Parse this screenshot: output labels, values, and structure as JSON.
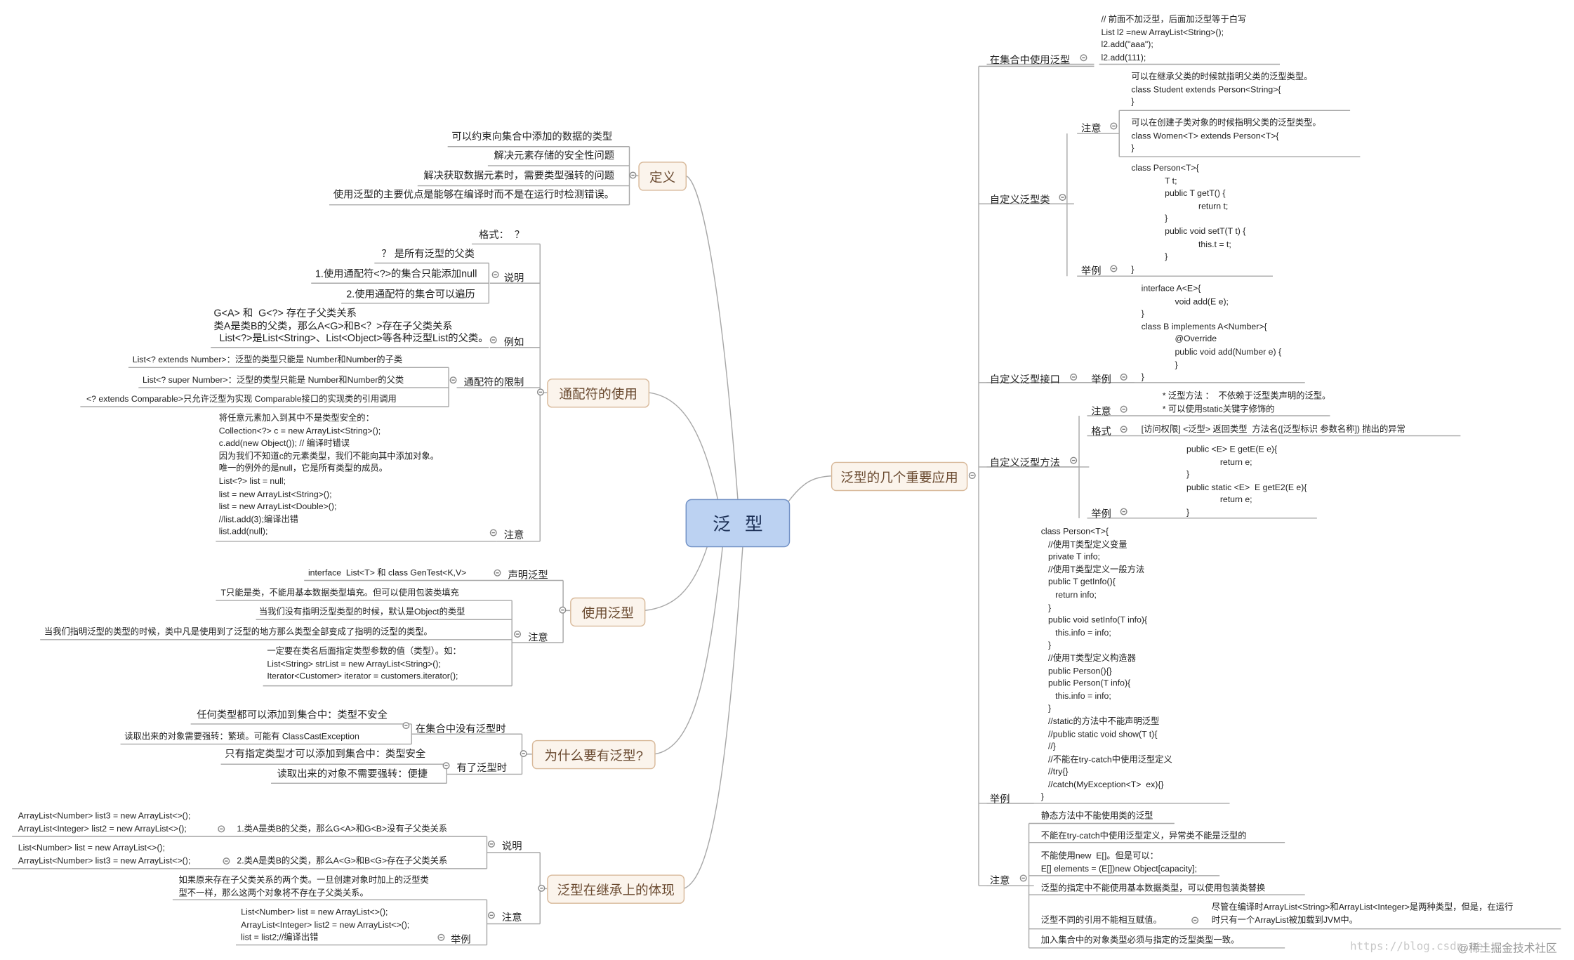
{
  "root": "泛型",
  "topics": {
    "definition": "定义",
    "wildcard": "通配符的使用",
    "usage": "使用泛型",
    "why": "为什么要有泛型?",
    "inherit": "泛型在继承上的体现",
    "apps": "泛型的几个重要应用"
  },
  "definition": {
    "items": [
      "可以约束向集合中添加的数据的类型",
      "解决元素存储的安全性问题",
      "解决获取数据元素时，需要类型强转的问题",
      "使用泛型的主要优点是能够在编译时而不是在运行时检测错误。"
    ]
  },
  "wildcard": {
    "format": "格式：  ？",
    "explain_label": "说明",
    "explain_items": [
      "？ 是所有泛型的父类",
      "1.使用通配符<?>的集合只能添加null",
      "2.使用通配符的集合可以遍历"
    ],
    "example_label": "例如",
    "example_text": "G<A> 和  G<?> 存在子父类关系\n类A是类B的父类，那么A<G>和B<？>存在子父类关系\n  List<?>是List<String>、List<Object>等各种泛型List的父类。",
    "limit_label": "通配符的限制",
    "limit_items": [
      "List<? extends Number>：泛型的类型只能是 Number和Number的子类",
      "List<? super Number>：泛型的类型只能是 Number和Number的父类",
      "<? extends Comparable>只允许泛型为实现 Comparable接口的实现类的引用调用"
    ],
    "note_label": "注意",
    "note_text": "将任意元素加入到其中不是类型安全的：\nCollection<?> c = new ArrayList<String>();\nc.add(new Object()); // 编译时错误\n因为我们不知道c的元素类型，我们不能向其中添加对象。\n唯一的例外的是null，它是所有类型的成员。\nList<?> list = null;\nlist = new ArrayList<String>();\nlist = new ArrayList<Double>();\n//list.add(3);编译出错\nlist.add(null);"
  },
  "usage": {
    "declare_label": "声明泛型",
    "declare_text": "interface  List<T> 和 class GenTest<K,V>",
    "note_label": "注意",
    "note_items": [
      "T只能是类，不能用基本数据类型填充。但可以使用包装类填充",
      "当我们没有指明泛型类型的时候，默认是Object的类型",
      "当我们指明泛型的类型的时候，类中凡是使用到了泛型的地方那么类型全部变成了指明的泛型的类型。",
      "一定要在类名后面指定类型参数的值（类型）。如：\nList<String> strList = new ArrayList<String>();\nIterator<Customer> iterator = customers.iterator();"
    ]
  },
  "why": {
    "without_label": "在集合中没有泛型时",
    "without_items": [
      "任何类型都可以添加到集合中：类型不安全",
      "读取出来的对象需要强转：繁琐。可能有 ClassCastException"
    ],
    "with_label": "有了泛型时",
    "with_items": [
      "只有指定类型才可以添加到集合中：类型安全",
      "读取出来的对象不需要强转：便捷"
    ]
  },
  "inherit": {
    "explain_label": "说明",
    "item1_label": "1.类A是类B的父类，那么G<A>和G<B>没有子父类关系",
    "item1_code": "ArrayList<Number> list3 = new ArrayList<>();\nArrayList<Integer> list2 = new ArrayList<>();",
    "item2_label": "2.类A是类B的父类，那么A<G>和B<G>存在子父类关系",
    "item2_code": "List<Number> list = new ArrayList<>();\nArrayList<Number> list3 = new ArrayList<>();",
    "note_label": "注意",
    "note_text": "如果原来存在子父类关系的两个类。一旦创建对象时加上的泛型类\n型不一样，那么这两个对象将不存在子父类关系。",
    "example_label": "举例",
    "example_code": "List<Number> list = new ArrayList<>();\nArrayList<Integer> list2 = new ArrayList<>();\nlist = list2;//编译出错"
  },
  "apps": {
    "collection_label": "在集合中使用泛型",
    "collection_code": "// 前面不加泛型，后面加泛型等于白写\nList l2 =new ArrayList<String>();\nl2.add(\"aaa\");\nl2.add(111);",
    "custom_class_label": "自定义泛型类",
    "custom_class_note_label": "注意",
    "custom_class_note1": "可以在继承父类的时候就指明父类的泛型类型。\nclass Student extends Person<String>{\n}",
    "custom_class_note2": "可以在创建子类对象的时候指明父类的泛型类型。\nclass Women<T> extends Person<T>{\n}",
    "custom_class_example_label": "举例",
    "custom_class_example": "class Person<T>{\n              T t;\n              public T getT() {\n                            return t;\n              }\n              public void setT(T t) {\n                            this.t = t;\n              }\n}",
    "custom_iface_label": "自定义泛型接口",
    "custom_iface_example_label": "举例",
    "custom_iface_example": "interface A<E>{\n              void add(E e);\n}\nclass B implements A<Number>{\n              @Override\n              public void add(Number e) {\n              }\n}",
    "custom_method_label": "自定义泛型方法",
    "custom_method_note_label": "注意",
    "custom_method_note": "* 泛型方法 ：  不依赖于泛型类声明的泛型。\n* 可以使用static关键字修饰的",
    "custom_method_format_label": "格式",
    "custom_method_format": "[访问权限] <泛型> 返回类型  方法名([泛型标识 参数名称]) 抛出的异常",
    "custom_method_example_label": "举例",
    "custom_method_example": "public <E> E getE(E e){\n              return e;\n}\npublic static <E>  E getE2(E e){\n              return e;\n}",
    "example_label": "举例",
    "example_code": "class Person<T>{\n   //使用T类型定义变量\n   private T info;\n   //使用T类型定义一般方法\n   public T getInfo(){\n      return info;\n   }\n   public void setInfo(T info){\n      this.info = info;\n   }\n   //使用T类型定义构造器\n   public Person(){}\n   public Person(T info){\n      this.info = info;\n   }\n   //static的方法中不能声明泛型\n   //public static void show(T t){\n   //}\n   //不能在try-catch中使用泛型定义\n   //try{}\n   //catch(MyException<T>  ex){}\n}",
    "note_label": "注意",
    "notes": [
      "静态方法中不能使用类的泛型",
      "不能在try-catch中使用泛型定义，异常类不能是泛型的",
      "不能使用new  E[]。但是可以：\nE[] elements = (E[])new Object[capacity];",
      "泛型的指定中不能使用基本数据类型，可以使用包装类替换",
      "泛型不同的引用不能相互赋值。",
      "尽管在编译时ArrayList<String>和ArrayList<Integer>是两种类型，但是，在运行\n时只有一个ArrayList被加载到JVM中。",
      "加入集合中的对象类型必须与指定的泛型类型一致。"
    ]
  },
  "watermark": {
    "url": "https://blog.csdn.net",
    "community": "@稀土掘金技术社区"
  }
}
